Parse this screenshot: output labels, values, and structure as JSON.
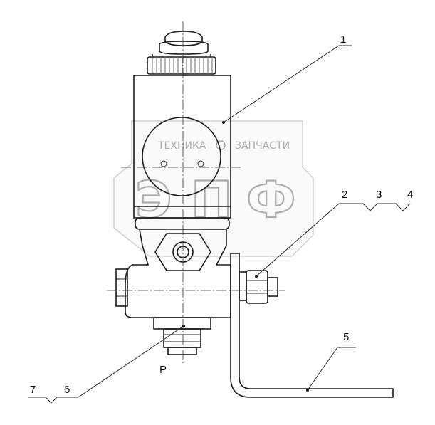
{
  "callouts": {
    "c1": "1",
    "c2": "2",
    "c3": "3",
    "c4": "4",
    "c5": "5",
    "c6": "6",
    "c7": "7"
  },
  "port_label": "P",
  "watermark": {
    "left_word": "ТЕХНИКА",
    "right_word": "ЗАПЧАСТИ",
    "letters": [
      "Э",
      "П",
      "Ф"
    ]
  }
}
